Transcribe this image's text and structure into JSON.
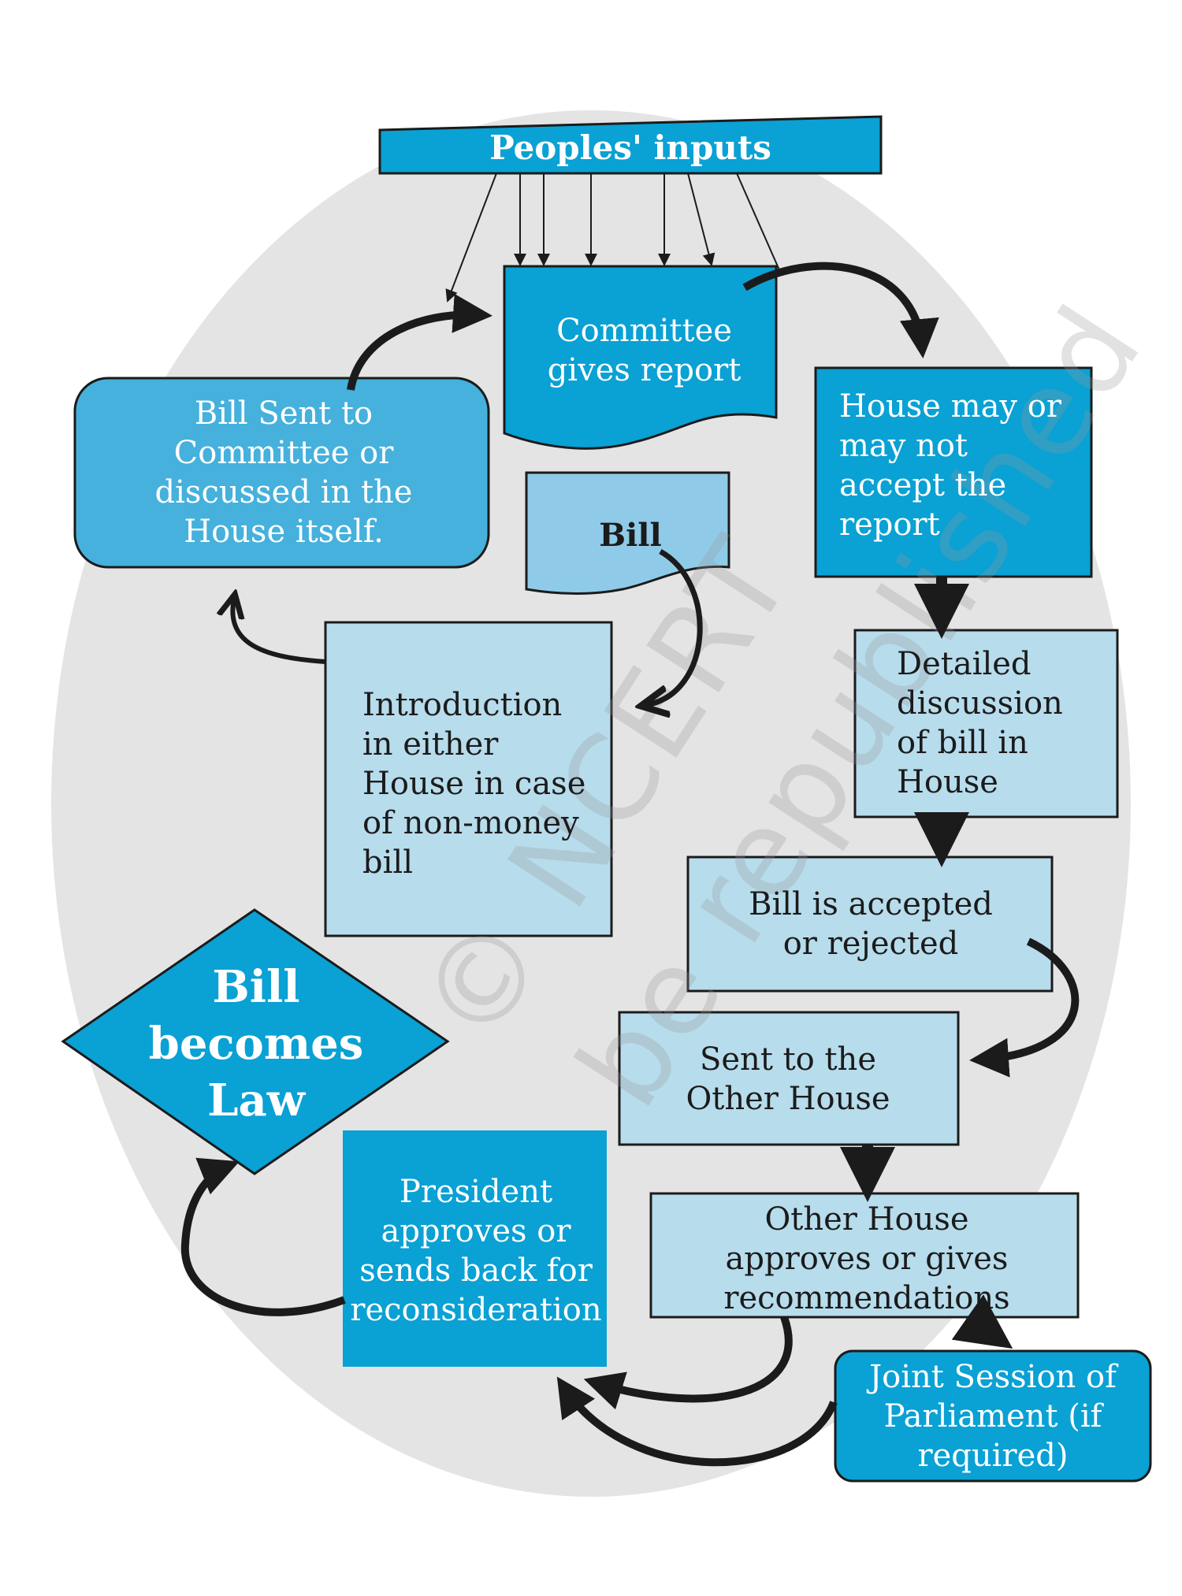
{
  "diagram": {
    "colors": {
      "dark_blue": "#0aa1d4",
      "mid_blue": "#45b1dc",
      "light_blue": "#b7dcec",
      "ellipse": "#e4e4e4",
      "stroke": "#1b1b1b"
    },
    "nodes": {
      "peoples_inputs": "Peoples' inputs",
      "committee_report": "Committee gives report",
      "bill_sent": "Bill Sent to Committee or discussed in the House itself.",
      "house_accept": "House may or may not accept the report",
      "bill": "Bill",
      "introduction": "Introduction in either House in case of non-money bill",
      "detailed_discussion": "Detailed discussion of bill in House",
      "accepted_rejected": "Bill is accepted or rejected",
      "bill_becomes_law": "Bill becomes Law",
      "sent_other_house": "Sent to the Other House",
      "president": "President approves or sends back for reconsideration",
      "other_house": "Other House approves or gives recommendations",
      "joint_session": "Joint Session of Parliament (if required)"
    },
    "watermark": {
      "line1": "© NCERT",
      "line2": "be republished"
    }
  }
}
